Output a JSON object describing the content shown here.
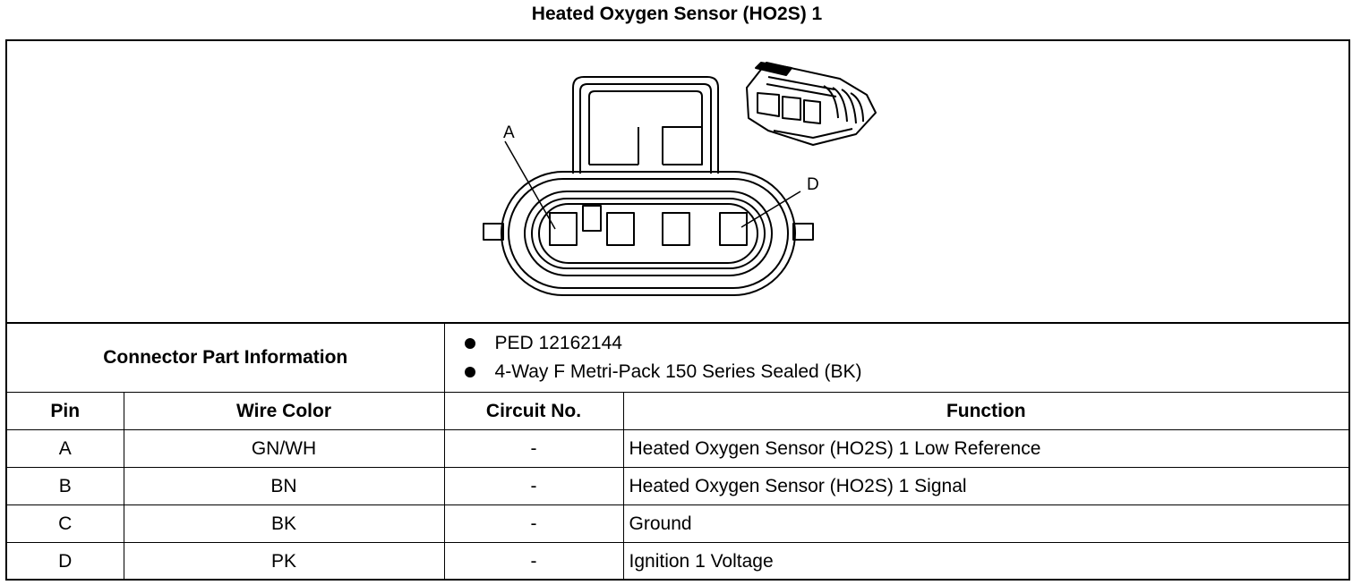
{
  "title": "Heated Oxygen Sensor (HO2S) 1",
  "illustration": {
    "pin_label_first": "A",
    "pin_label_last": "D",
    "connector_icon": "4-way-connector-illustration"
  },
  "connector_part_information": {
    "label": "Connector Part Information",
    "items": [
      "PED 12162144",
      "4-Way F Metri-Pack 150 Series Sealed (BK)"
    ]
  },
  "table": {
    "headers": {
      "pin": "Pin",
      "wire_color": "Wire Color",
      "circuit_no": "Circuit No.",
      "function": "Function"
    },
    "rows": [
      {
        "pin": "A",
        "wire_color": "GN/WH",
        "circuit_no": "-",
        "function": "Heated Oxygen Sensor (HO2S) 1 Low Reference"
      },
      {
        "pin": "B",
        "wire_color": "BN",
        "circuit_no": "-",
        "function": "Heated Oxygen Sensor (HO2S) 1 Signal"
      },
      {
        "pin": "C",
        "wire_color": "BK",
        "circuit_no": "-",
        "function": "Ground"
      },
      {
        "pin": "D",
        "wire_color": "PK",
        "circuit_no": "-",
        "function": "Ignition 1 Voltage"
      }
    ]
  }
}
